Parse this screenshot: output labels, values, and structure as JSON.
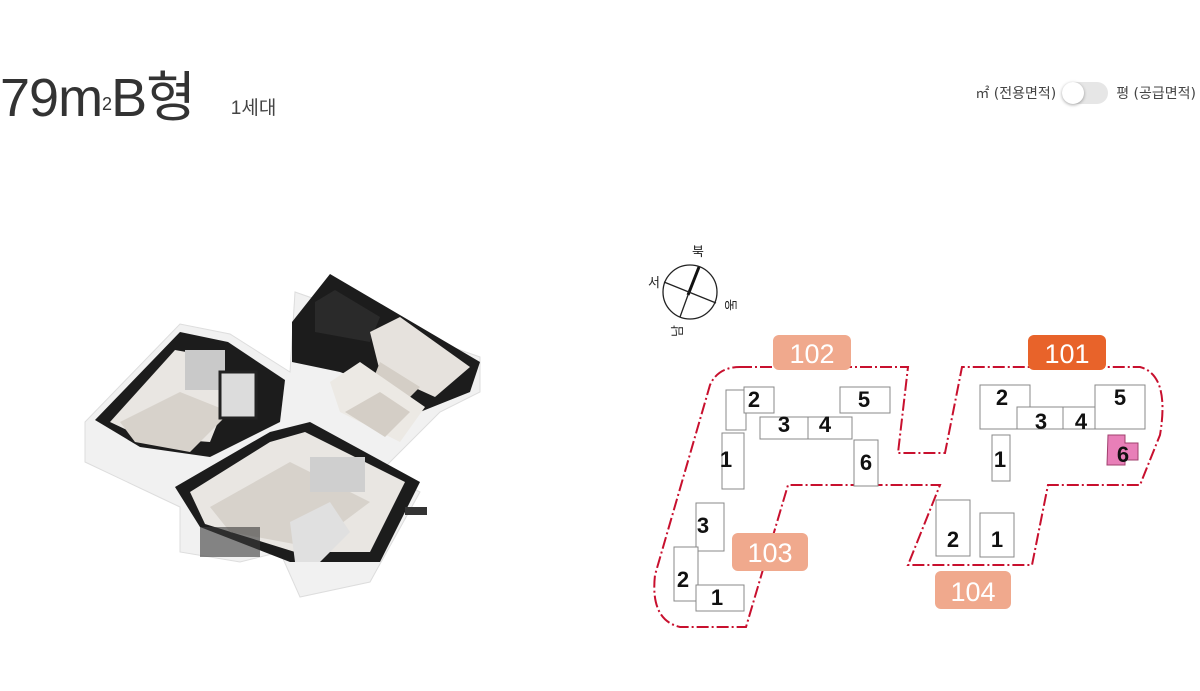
{
  "header": {
    "title_number": "79m",
    "title_sup": "2",
    "title_suffix": "B형",
    "households": "1세대"
  },
  "area_toggle": {
    "left_label": "㎡ (전용면적)",
    "right_label": "평 (공급면적)",
    "state": "off"
  },
  "floorplan": {
    "label": "3D floor plan 79m² type B"
  },
  "compass": {
    "north": "북",
    "south": "남",
    "east": "동",
    "west": "서"
  },
  "site_plan": {
    "colors": {
      "boundary": "#c8102e",
      "block_badge": "#f0a98d",
      "block_badge_active": "#e8632a",
      "highlight_unit": "#e87fb8"
    },
    "blocks": [
      {
        "id": "102",
        "active": false,
        "buildings": [
          "1",
          "2",
          "3",
          "4",
          "5",
          "6"
        ]
      },
      {
        "id": "101",
        "active": true,
        "buildings": [
          "1",
          "2",
          "3",
          "4",
          "5",
          "6"
        ],
        "highlighted_building": "6"
      },
      {
        "id": "103",
        "active": false,
        "buildings": [
          "1",
          "2",
          "3"
        ]
      },
      {
        "id": "104",
        "active": false,
        "buildings": [
          "1",
          "2"
        ]
      }
    ]
  }
}
